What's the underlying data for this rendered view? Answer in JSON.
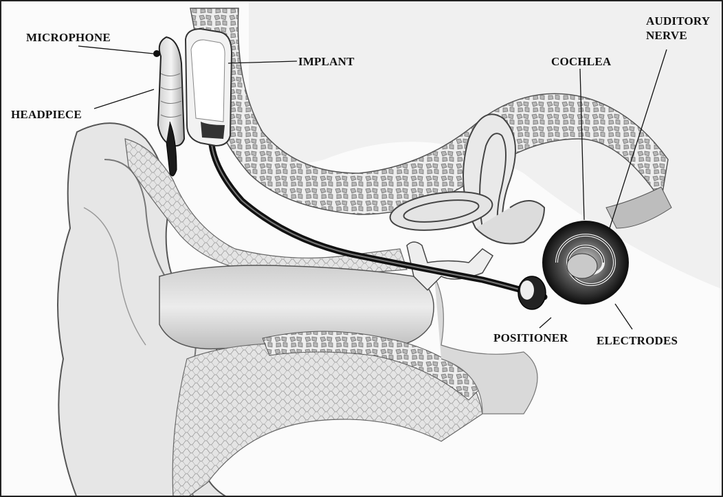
{
  "labels": {
    "microphone": "MICROPHONE",
    "headpiece": "HEADPIECE",
    "implant": "IMPLANT",
    "cochlea": "COCHLEA",
    "auditory_nerve_line1": "AUDITORY",
    "auditory_nerve_line2": "NERVE",
    "positioner": "POSITIONER",
    "electrodes": "ELECTRODES"
  },
  "colors": {
    "ink": "#111111",
    "skin_light": "#e9e9e9",
    "skin_mid": "#cfcfcf",
    "skin_dark": "#9a9a9a",
    "device_black": "#151515"
  }
}
